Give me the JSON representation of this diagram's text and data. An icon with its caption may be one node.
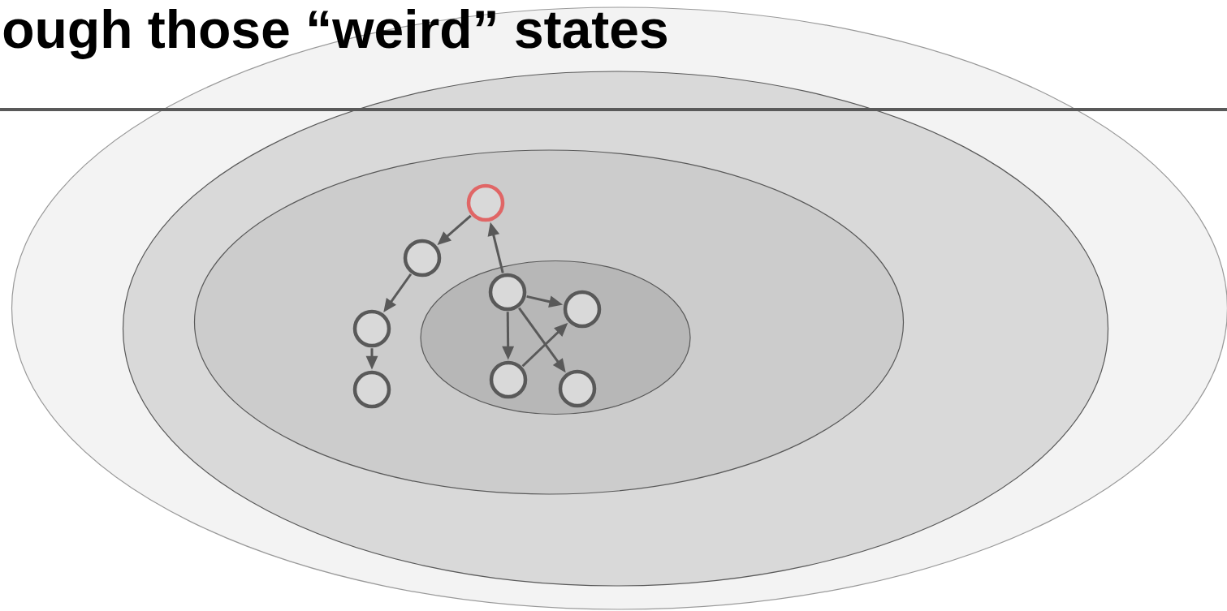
{
  "diagram": {
    "title": "ough those “weird” states",
    "nodes": [
      {
        "text": [],
        "shape": "ellipse"
      },
      {
        "text": [],
        "shape": "ellipse",
        "in": 0
      },
      {
        "text": [],
        "shape": "ellipse",
        "in": 1
      },
      {
        "text": [],
        "shape": "circle",
        "in": 2
      },
      {
        "text": [],
        "shape": "circle",
        "in": 2
      },
      {
        "text": [],
        "shape": "circle",
        "in": 2
      },
      {
        "text": [],
        "shape": "circle",
        "in": 2
      },
      {
        "text": [],
        "shape": "ellipse",
        "in": 2
      },
      {
        "text": [],
        "shape": "circle",
        "in": 7
      },
      {
        "text": [],
        "shape": "circle",
        "in": 7
      },
      {
        "text": [],
        "shape": "circle",
        "in": 7
      },
      {
        "text": [],
        "shape": "circle",
        "in": 7
      }
    ],
    "edges": [
      {
        "from": 3,
        "to": 4,
        "arrow": "to"
      },
      {
        "from": 4,
        "to": 5,
        "arrow": "to"
      },
      {
        "from": 5,
        "to": 6,
        "arrow": "to"
      },
      {
        "from": 8,
        "to": 3,
        "arrow": "to"
      },
      {
        "from": 8,
        "to": 9,
        "arrow": "to"
      },
      {
        "from": 8,
        "to": 10,
        "arrow": "to"
      },
      {
        "from": 8,
        "to": 11,
        "arrow": "to"
      },
      {
        "from": 10,
        "to": 9,
        "arrow": "to"
      }
    ]
  }
}
